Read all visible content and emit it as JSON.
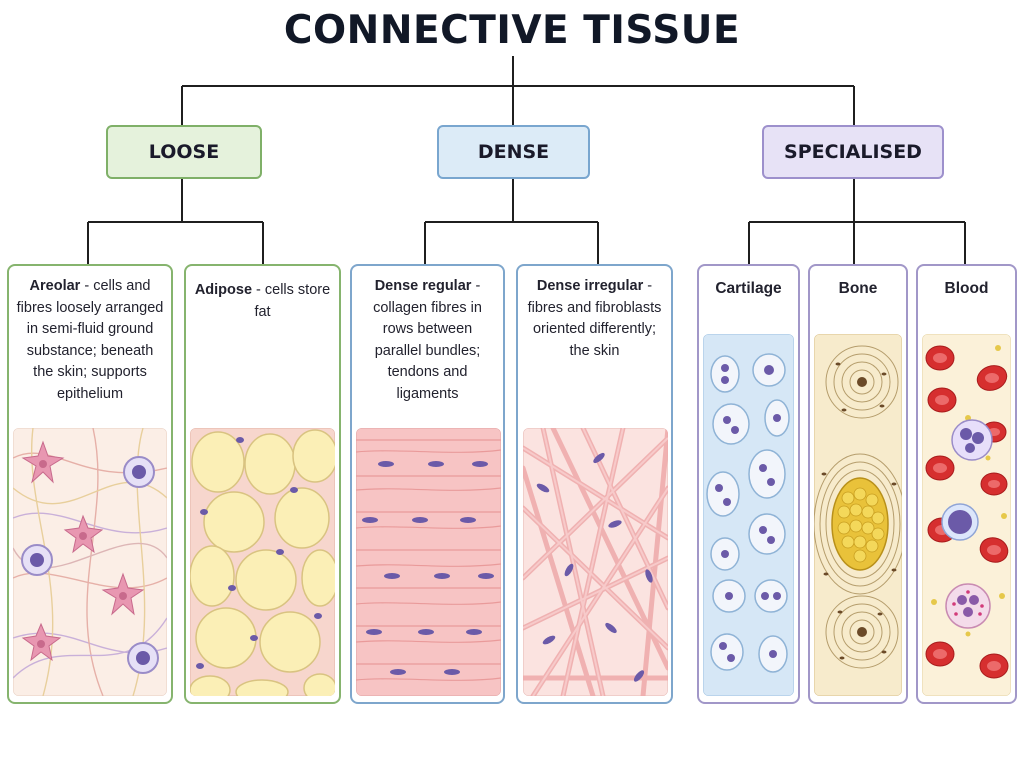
{
  "title": "CONNECTIVE TISSUE",
  "categories": {
    "loose": "LOOSE",
    "dense": "DENSE",
    "specialised": "SPECIALISED"
  },
  "tissues": {
    "areolar": {
      "name": "Areolar",
      "description": " - cells and fibres loosely arranged in semi-fluid ground substance; beneath the skin; supports epithelium"
    },
    "adipose": {
      "name": "Adipose",
      "description": " - cells store fat"
    },
    "dense_regular": {
      "name": "Dense regular",
      "description": " - collagen fibres in rows between parallel bundles; tendons and ligaments"
    },
    "dense_irregular": {
      "name": "Dense irregular",
      "description": " - fibres and fibroblasts oriented differently; the skin"
    },
    "cartilage": {
      "name": "Cartilage"
    },
    "bone": {
      "name": "Bone"
    },
    "blood": {
      "name": "Blood"
    }
  },
  "colors": {
    "loose_border": "#7fb068",
    "loose_fill": "#e5f2dc",
    "dense_border": "#79a6cf",
    "dense_fill": "#dcebf7",
    "specialised_border": "#9d90cc",
    "specialised_fill": "#e7e2f6",
    "connector": "#1f1f1f",
    "nucleus": "#6b5aa8",
    "collagen": "#f2b8b8",
    "red_cell": "#d62f2f"
  }
}
